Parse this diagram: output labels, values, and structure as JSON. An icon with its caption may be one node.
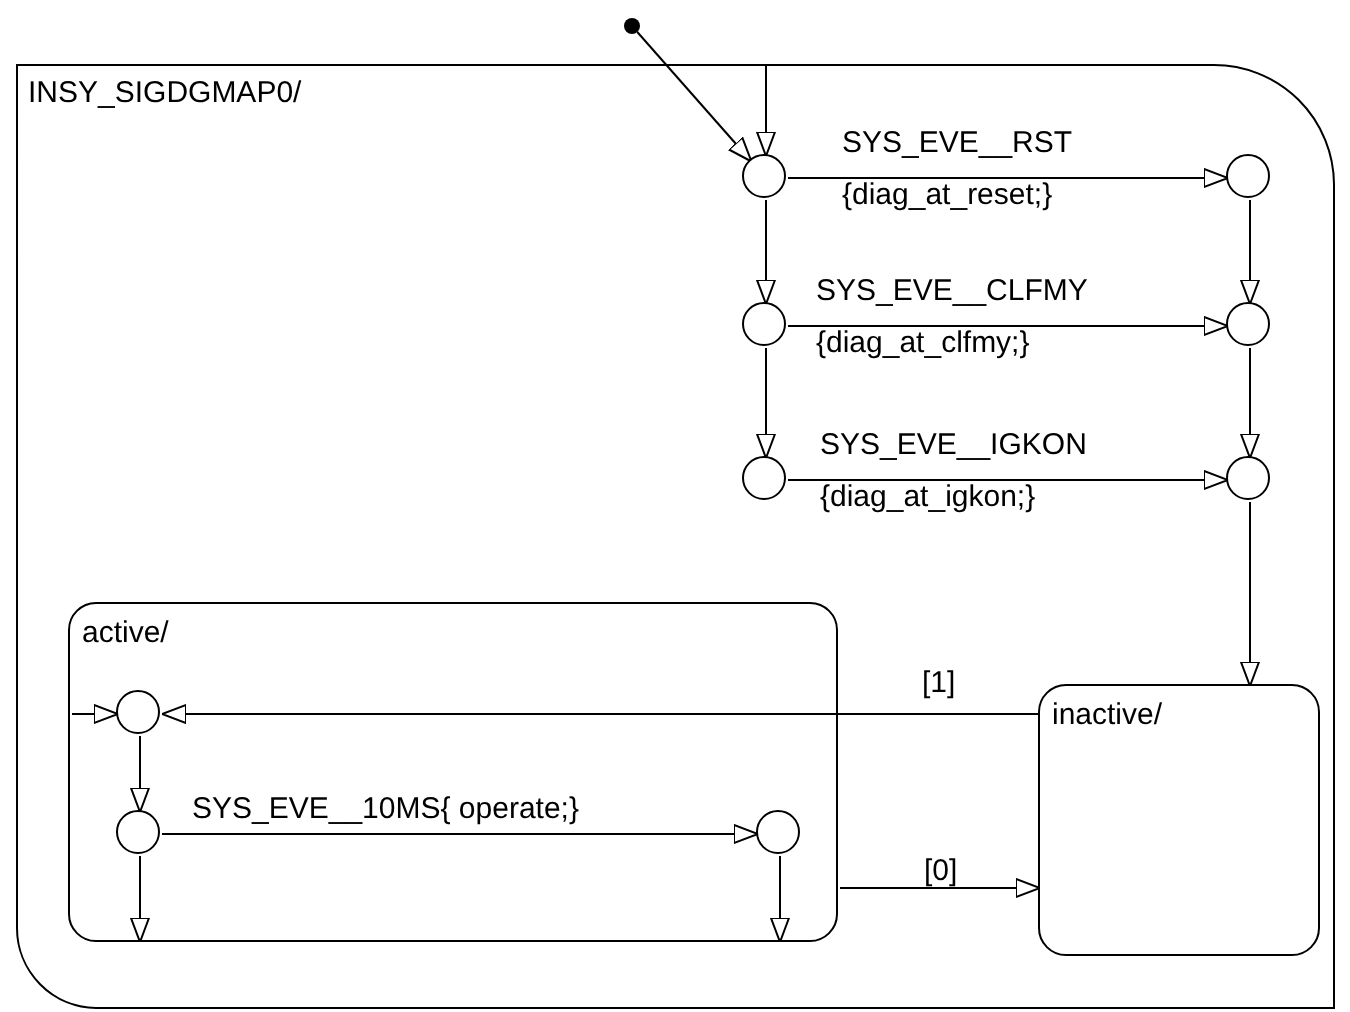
{
  "diagram": {
    "nodes": [
      {
        "text": [
          "INSY_SIGDGMAP0/"
        ]
      },
      {
        "text": [],
        "shape": "circle"
      },
      {
        "text": [],
        "shape": "circle",
        "in": 0
      },
      {
        "text": [],
        "shape": "circle",
        "in": 0
      },
      {
        "text": [],
        "shape": "circle",
        "in": 0
      },
      {
        "text": [],
        "shape": "circle",
        "in": 0
      },
      {
        "text": [],
        "shape": "circle",
        "in": 0
      },
      {
        "text": [],
        "shape": "circle",
        "in": 0
      },
      {
        "text": [
          "active/"
        ],
        "in": 0
      },
      {
        "text": [],
        "shape": "circle",
        "in": 8
      },
      {
        "text": [],
        "shape": "circle",
        "in": 8
      },
      {
        "text": [],
        "shape": "circle",
        "in": 8
      },
      {
        "text": [
          "inactive/"
        ],
        "in": 0
      }
    ],
    "edges": [
      {
        "from": 1,
        "to": 2,
        "arrow": "to"
      },
      {
        "from": null,
        "to": 2,
        "arrow": "to"
      },
      {
        "from": 2,
        "to": 3,
        "arrow": "to",
        "label": "SYS_EVE__RST {diag_at_reset;}"
      },
      {
        "from": 2,
        "to": 4,
        "arrow": "to"
      },
      {
        "from": 3,
        "to": 5,
        "arrow": "to"
      },
      {
        "from": 4,
        "to": 5,
        "arrow": "to",
        "label": "SYS_EVE__CLFMY {diag_at_clfmy;}"
      },
      {
        "from": 4,
        "to": 6,
        "arrow": "to"
      },
      {
        "from": 5,
        "to": 7,
        "arrow": "to"
      },
      {
        "from": 6,
        "to": 7,
        "arrow": "to",
        "label": "SYS_EVE__IGKON {diag_at_igkon;}"
      },
      {
        "from": 7,
        "to": 12,
        "arrow": "to"
      },
      {
        "from": 12,
        "to": 9,
        "arrow": "to",
        "label": "[1]"
      },
      {
        "from": null,
        "to": 9,
        "arrow": "to"
      },
      {
        "from": 9,
        "to": 10,
        "arrow": "to"
      },
      {
        "from": 10,
        "to": 11,
        "arrow": "to",
        "label": "SYS_EVE__10MS{ operate;}"
      },
      {
        "from": 10,
        "to": null,
        "arrow": "to"
      },
      {
        "from": 11,
        "to": null,
        "arrow": "to"
      },
      {
        "from": 8,
        "to": 12,
        "arrow": "to",
        "label": "[0]"
      }
    ]
  }
}
